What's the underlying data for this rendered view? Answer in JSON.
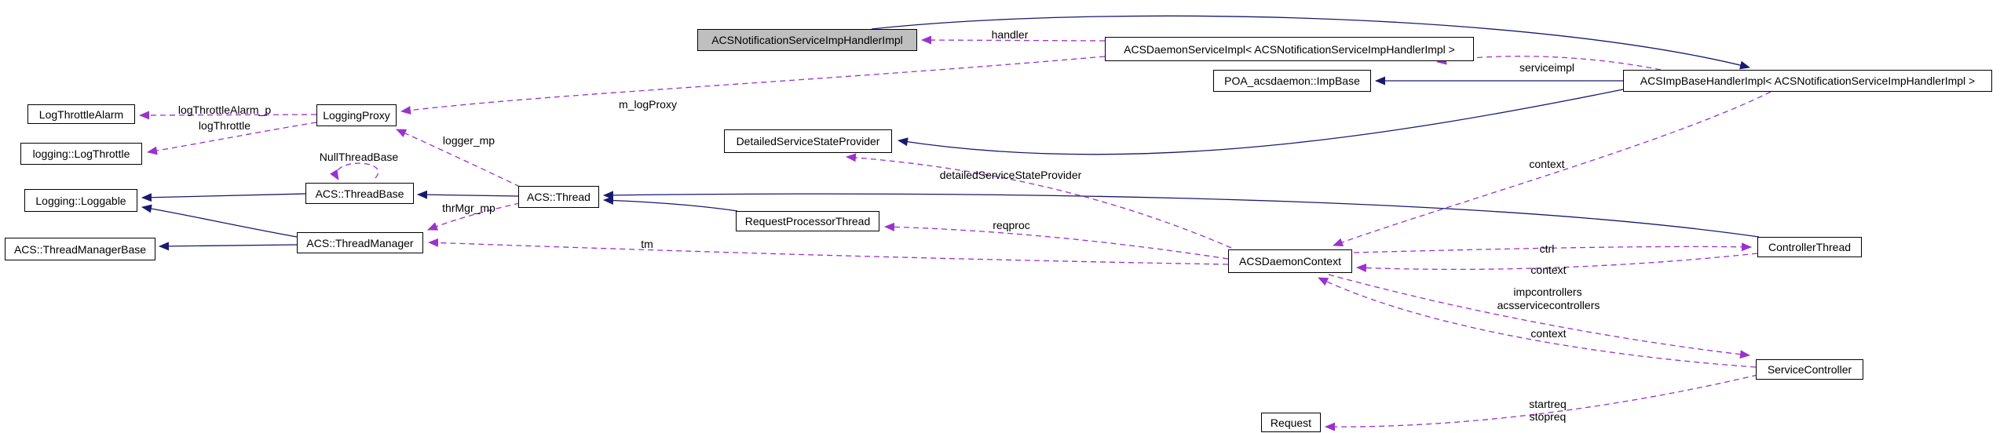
{
  "diagram": {
    "kind": "collaboration-graph",
    "highlighted_node": "ACSNotificationServiceImpHandlerImpl",
    "colors": {
      "inheritance_edge": "#191970",
      "usage_edge": "#9a32cd",
      "node_border": "#000000",
      "node_fill": "#ffffff",
      "highlight_fill": "#bfbfbf",
      "background": "#ffffff"
    }
  },
  "nodes": [
    {
      "label": "ACSNotificationServiceImpHandlerImpl"
    },
    {
      "label": "ACSDaemonServiceImpl< ACSNotificationServiceImpHandlerImpl >"
    },
    {
      "label": "POA_acsdaemon::ImpBase"
    },
    {
      "label": "ACSImpBaseHandlerImpl< ACSNotificationServiceImpHandlerImpl >"
    },
    {
      "label": "LogThrottleAlarm"
    },
    {
      "label": "LoggingProxy"
    },
    {
      "label": "logging::LogThrottle"
    },
    {
      "label": "ACS::ThreadBase"
    },
    {
      "label": "Logging::Loggable"
    },
    {
      "label": "ACS::ThreadManagerBase"
    },
    {
      "label": "ACS::ThreadManager"
    },
    {
      "label": "ACS::Thread"
    },
    {
      "label": "DetailedServiceStateProvider"
    },
    {
      "label": "RequestProcessorThread"
    },
    {
      "label": "ACSDaemonContext"
    },
    {
      "label": "ControllerThread"
    },
    {
      "label": "ServiceController"
    },
    {
      "label": "Request"
    }
  ],
  "edge_labels": [
    {
      "text": "handler"
    },
    {
      "text": "serviceimpl"
    },
    {
      "text": "m_logProxy"
    },
    {
      "text": "logThrottleAlarm_p"
    },
    {
      "text": "logThrottle"
    },
    {
      "text": "NullThreadBase"
    },
    {
      "text": "logger_mp"
    },
    {
      "text": "thrMgr_mp"
    },
    {
      "text": "detailedServiceStateProvider"
    },
    {
      "text": "reqproc"
    },
    {
      "text": "tm"
    },
    {
      "text": "context"
    },
    {
      "text": "ctrl"
    },
    {
      "text": "context"
    },
    {
      "text": "impcontrollers"
    },
    {
      "text": "acsservicecontrollers"
    },
    {
      "text": "context"
    },
    {
      "text": "startreq"
    },
    {
      "text": "stopreq"
    }
  ]
}
